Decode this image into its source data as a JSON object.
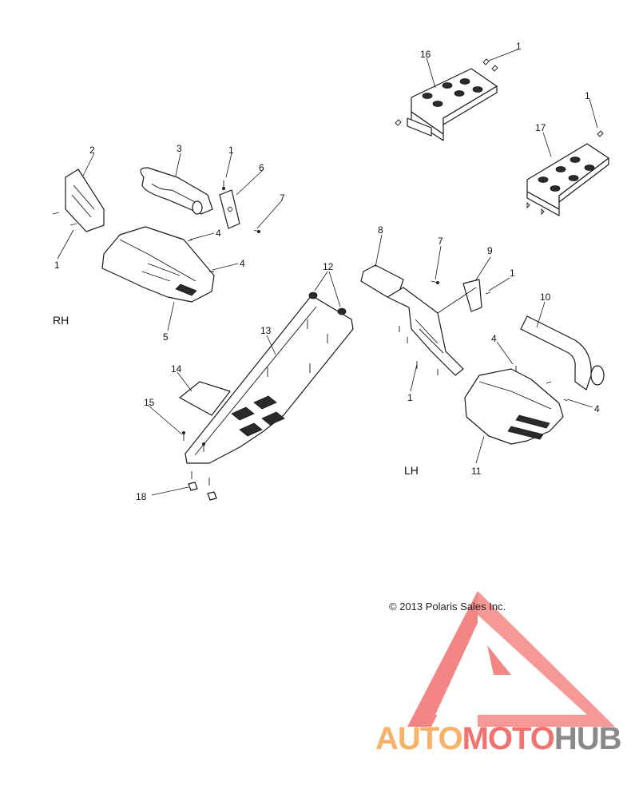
{
  "labels": {
    "c1a": "1",
    "c1b": "1",
    "c1c": "1",
    "c1d": "1",
    "c1e": "1",
    "c1f": "1",
    "c2": "2",
    "c3": "3",
    "c4a": "4",
    "c4b": "4",
    "c4c": "4",
    "c4d": "4",
    "c5": "5",
    "c6": "6",
    "c7a": "7",
    "c7b": "7",
    "c8": "8",
    "c9": "9",
    "c10": "10",
    "c11": "11",
    "c12": "12",
    "c13": "13",
    "c14": "14",
    "c15": "15",
    "c16": "16",
    "c17": "17",
    "c18": "18"
  },
  "sides": {
    "rh": "RH",
    "lh": "LH"
  },
  "copyright": "© 2013 Polaris Sales Inc.",
  "watermark": {
    "auto": "AUTO",
    "moto": "MOTO",
    "hub": "HUB"
  },
  "colors": {
    "watermark_red": "#f2726f",
    "watermark_orange": "#f7b267",
    "watermark_gray": "#8a8a8a"
  }
}
